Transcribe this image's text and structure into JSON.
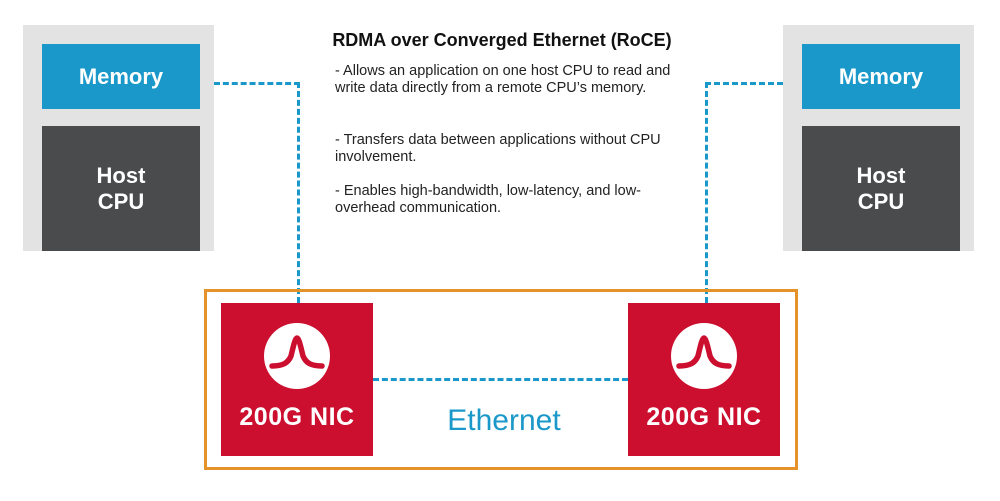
{
  "title": "RDMA over Converged Ethernet (RoCE)",
  "bullets": [
    "- Allows an application on one host CPU to read and write data directly from a remote CPU’s memory.",
    "- Transfers data between applications without CPU involvement.",
    "- Enables high-bandwidth, low-latency, and low-overhead communication."
  ],
  "hosts": [
    {
      "memory": "Memory",
      "cpu_line1": "Host",
      "cpu_line2": "CPU"
    },
    {
      "memory": "Memory",
      "cpu_line1": "Host",
      "cpu_line2": "CPU"
    }
  ],
  "nics": [
    {
      "label": "200G NIC"
    },
    {
      "label": "200G NIC"
    }
  ],
  "link_label": "Ethernet",
  "colors": {
    "memory": "#1a98c9",
    "cpu": "#4a4b4d",
    "host_bg": "#e3e3e3",
    "nic": "#cc0f2f",
    "frame": "#e6922a",
    "link": "#1a98c9"
  },
  "icons": [
    "broadcom-logo-icon"
  ]
}
